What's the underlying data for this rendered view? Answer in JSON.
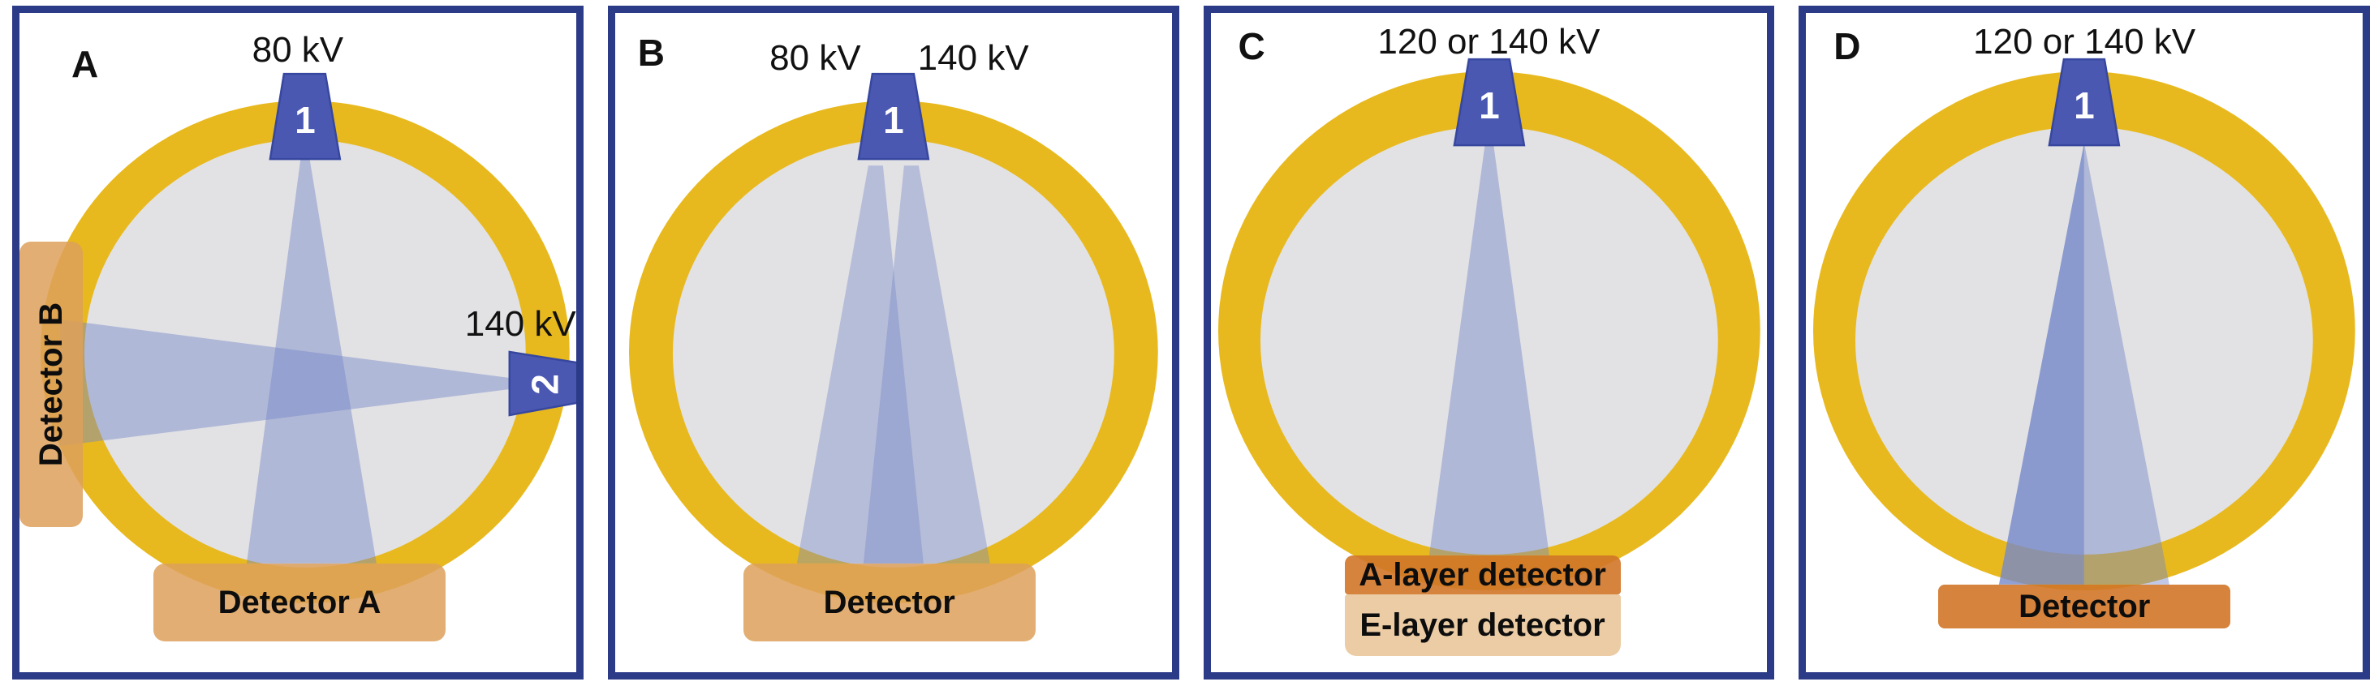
{
  "colors": {
    "background": "#ffffff",
    "panel_border": "#2c3b87",
    "ring_gold": "#e8b91e",
    "bore_gray": "#e2e2e4",
    "tube_blue": "#4a58b2",
    "tube_outline": "#37479f",
    "beam_blue": "#7688c8",
    "detector_tan": "rgba(221,160,90,0.85)",
    "detector_orange": "rgba(208,118,40,0.90)",
    "detector_light_tan": "rgba(233,198,155,0.90)",
    "label_text": "#111111"
  },
  "panels": [
    {
      "letter": "A",
      "tube1_kv": "80 kV",
      "tube1_label": "1",
      "tube2_kv": "140 kV",
      "tube2_label": "2",
      "detector_bottom": "Detector A",
      "detector_side": "Detector B"
    },
    {
      "letter": "B",
      "kv_low": "80 kV",
      "kv_high": "140 kV",
      "tube_label": "1",
      "detector": "Detector"
    },
    {
      "letter": "C",
      "kv": "120 or 140 kV",
      "tube_label": "1",
      "detector_top_layer": "A-layer detector",
      "detector_bottom_layer": "E-layer detector"
    },
    {
      "letter": "D",
      "kv": "120 or 140 kV",
      "tube_label": "1",
      "detector": "Detector"
    }
  ]
}
